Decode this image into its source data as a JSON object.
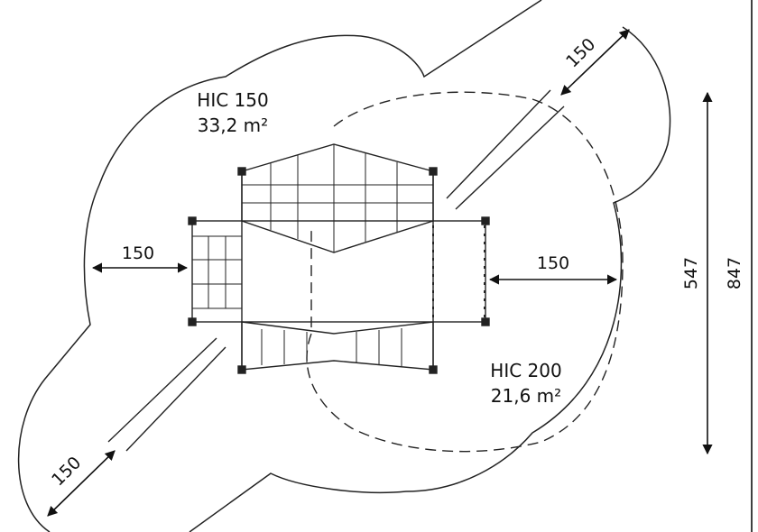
{
  "zones": [
    {
      "hic": "HIC 150",
      "area": "33,2 m²"
    },
    {
      "hic": "HIC 200",
      "area": "21,6 m²"
    }
  ],
  "dimensions": {
    "left_clearance": "150",
    "right_clearance": "150",
    "top_right_clearance": "150",
    "bottom_left_clearance": "150",
    "inner_height": "547",
    "outer_height": "847"
  }
}
